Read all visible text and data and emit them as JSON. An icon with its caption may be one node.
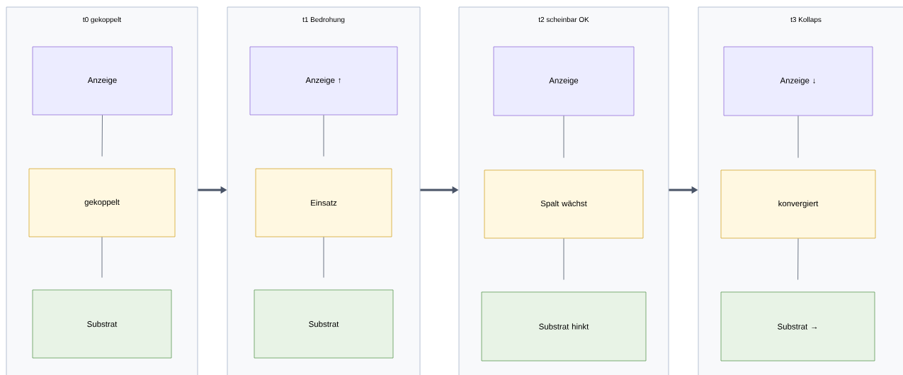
{
  "diagram": {
    "nodes": [
      {
        "text": [
          "t0 gekoppelt"
        ]
      },
      {
        "text": [
          "Anzeige"
        ],
        "in": 0
      },
      {
        "text": [
          "gekoppelt"
        ],
        "in": 0
      },
      {
        "text": [
          "Substrat"
        ],
        "in": 0
      },
      {
        "text": [
          "t1 Bedrohung"
        ]
      },
      {
        "text": [
          "Anzeige ↑"
        ],
        "in": 4
      },
      {
        "text": [
          "Einsatz"
        ],
        "in": 4
      },
      {
        "text": [
          "Substrat"
        ],
        "in": 4
      },
      {
        "text": [
          "t2 scheinbar OK"
        ]
      },
      {
        "text": [
          "Anzeige"
        ],
        "in": 8
      },
      {
        "text": [
          "Spalt wächst"
        ],
        "in": 8
      },
      {
        "text": [
          "Substrat hinkt"
        ],
        "in": 8
      },
      {
        "text": [
          "t3 Kollaps"
        ]
      },
      {
        "text": [
          "Anzeige ↓"
        ],
        "in": 12
      },
      {
        "text": [
          "konvergiert"
        ],
        "in": 12
      },
      {
        "text": [
          "Substrat →"
        ],
        "in": 12
      }
    ],
    "edges": [
      {
        "from": 1,
        "to": 2,
        "arrow": "none"
      },
      {
        "from": 2,
        "to": 3,
        "arrow": "none"
      },
      {
        "from": 5,
        "to": 6,
        "arrow": "none"
      },
      {
        "from": 6,
        "to": 7,
        "arrow": "none"
      },
      {
        "from": 9,
        "to": 10,
        "arrow": "none"
      },
      {
        "from": 10,
        "to": 11,
        "arrow": "none"
      },
      {
        "from": 13,
        "to": 14,
        "arrow": "none"
      },
      {
        "from": 14,
        "to": 15,
        "arrow": "none"
      },
      {
        "from": 0,
        "to": 4,
        "arrow": "to",
        "style": "thick"
      },
      {
        "from": 4,
        "to": 8,
        "arrow": "to",
        "style": "thick"
      },
      {
        "from": 8,
        "to": 12,
        "arrow": "to",
        "style": "thick"
      }
    ]
  }
}
